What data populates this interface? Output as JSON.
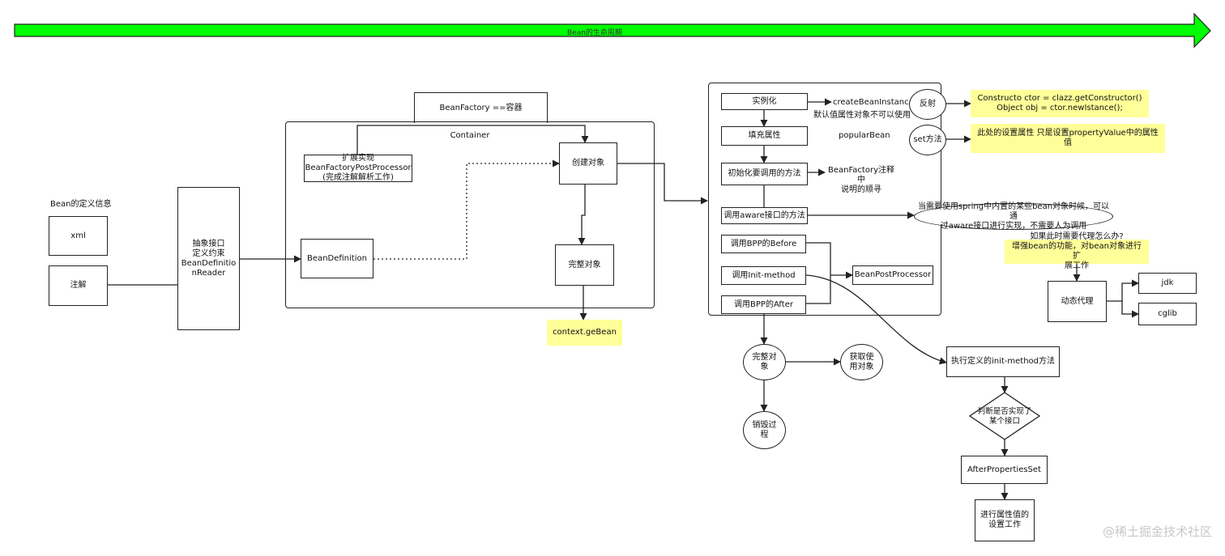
{
  "banner": "Bean的生命周期",
  "left": {
    "def_info": "Bean的定义信息",
    "xml": "xml",
    "annotation": "注解",
    "reader": "抽象接口\n定义约束\nBeanDefinitio\nnReader"
  },
  "factory": {
    "title": "BeanFactory ==容器",
    "container": "Container",
    "postprocessor": "扩展实现\nBeanFactoryPostProcessor\n(完成注解解析工作)",
    "bean_definition": "BeanDefinition",
    "create": "创建对象",
    "complete": "完整对象",
    "get_bean": "context.geBean"
  },
  "lifecycle": {
    "instantiate": "实例化",
    "create_instance": "createBeanInstance",
    "default_value": "默认值属性对象不可以使用",
    "fill": "填充属性",
    "popular": "popularBean",
    "init_method_call": "初始化要调用的方法",
    "init_note": "BeanFactory注释中\n说明的顺寻",
    "aware": "调用aware接口的方法",
    "bpp_before": "调用BPP的Before",
    "init_method": "调用Init-method",
    "bpp_after": "调用BPP的After",
    "bean_post_processor": "BeanPostProcessor",
    "reflect": "反射",
    "set_method": "set方法",
    "reflect_note": "Constructo ctor = clazz.getConstructor()\nObject obj = ctor.newIstance();",
    "set_note": "此处的设置属性 只是设置propertyValue中的属性值",
    "aware_note": "当需要使用spring中内置的某些bean对象时候，可以通\n过aware接口进行实现，不需要人为调用",
    "proxy_note": "如果此时需要代理怎么办?\n增强bean的功能，对bean对象进行扩\n展工作",
    "dynamic_proxy": "动态代理",
    "jdk": "jdk",
    "cglib": "cglib"
  },
  "end": {
    "complete": "完整对\n象",
    "get_use": "获取使\n用对象",
    "destroy": "销毁过\n程"
  },
  "init_flow": {
    "execute": "执行定义的init-method方法",
    "judge": "判断是否实现了\n某个接口",
    "after_props": "AfterPropertiesSet",
    "set_value": "进行属性值的\n设置工作"
  },
  "watermark": "@稀土掘金技术社区",
  "colors": {
    "banner": "#00ff00",
    "note": "#ffff99"
  }
}
